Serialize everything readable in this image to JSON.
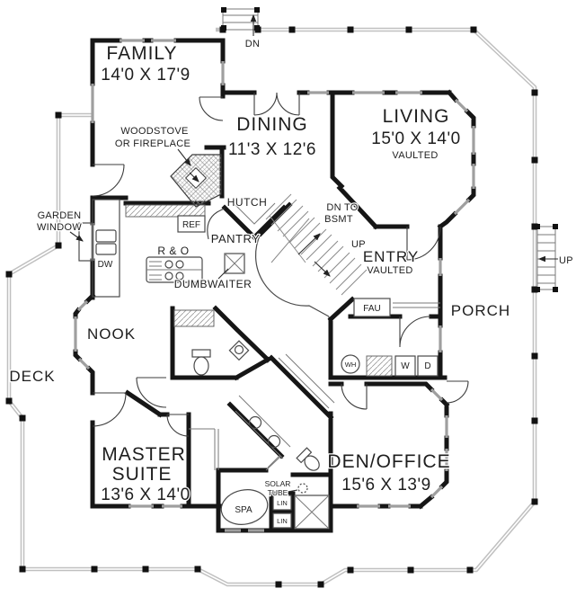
{
  "rooms": {
    "family": {
      "name": "FAMILY",
      "dims": "14'0 X 17'9"
    },
    "dining": {
      "name": "DINING",
      "dims": "11'3 X 12'6"
    },
    "living": {
      "name": "LIVING",
      "dims": "15'0 X 14'0",
      "note": "VAULTED"
    },
    "entry": {
      "name": "ENTRY",
      "note": "VAULTED"
    },
    "nook": {
      "name": "NOOK"
    },
    "porch": {
      "name": "PORCH"
    },
    "deck": {
      "name": "DECK"
    },
    "master": {
      "name_line1": "MASTER",
      "name_line2": "SUITE",
      "dims": "13'6 X 14'0"
    },
    "den": {
      "name": "DEN/OFFICE",
      "dims": "15'6 X 13'9"
    }
  },
  "kitchen": {
    "garden_window_line1": "GARDEN",
    "garden_window_line2": "WINDOW",
    "dw": "DW",
    "ref": "REF",
    "range": "R & O",
    "dumbwaiter": "DUMBWAITER",
    "pantry": "PANTRY",
    "hutch": "HUTCH"
  },
  "fireplace": {
    "line1": "WOODSTOVE",
    "line2": "OR FIREPLACE"
  },
  "stairs": {
    "basement_line1": "DN TO",
    "basement_line2": "BSMT",
    "up_interior": "UP",
    "deck_down": "DN",
    "porch_up": "UP"
  },
  "utility": {
    "fau": "FAU",
    "wh": "WH",
    "washer": "W",
    "dryer": "D"
  },
  "bath": {
    "spa": "SPA",
    "solar_tube_line1": "SOLAR",
    "solar_tube_line2": "TUBE",
    "linen1": "LIN",
    "linen2": "LIN"
  },
  "colors": {
    "wall": "#161616",
    "railing": "#c0c0c0",
    "window": "#9f9f9f",
    "background": "#ffffff"
  }
}
